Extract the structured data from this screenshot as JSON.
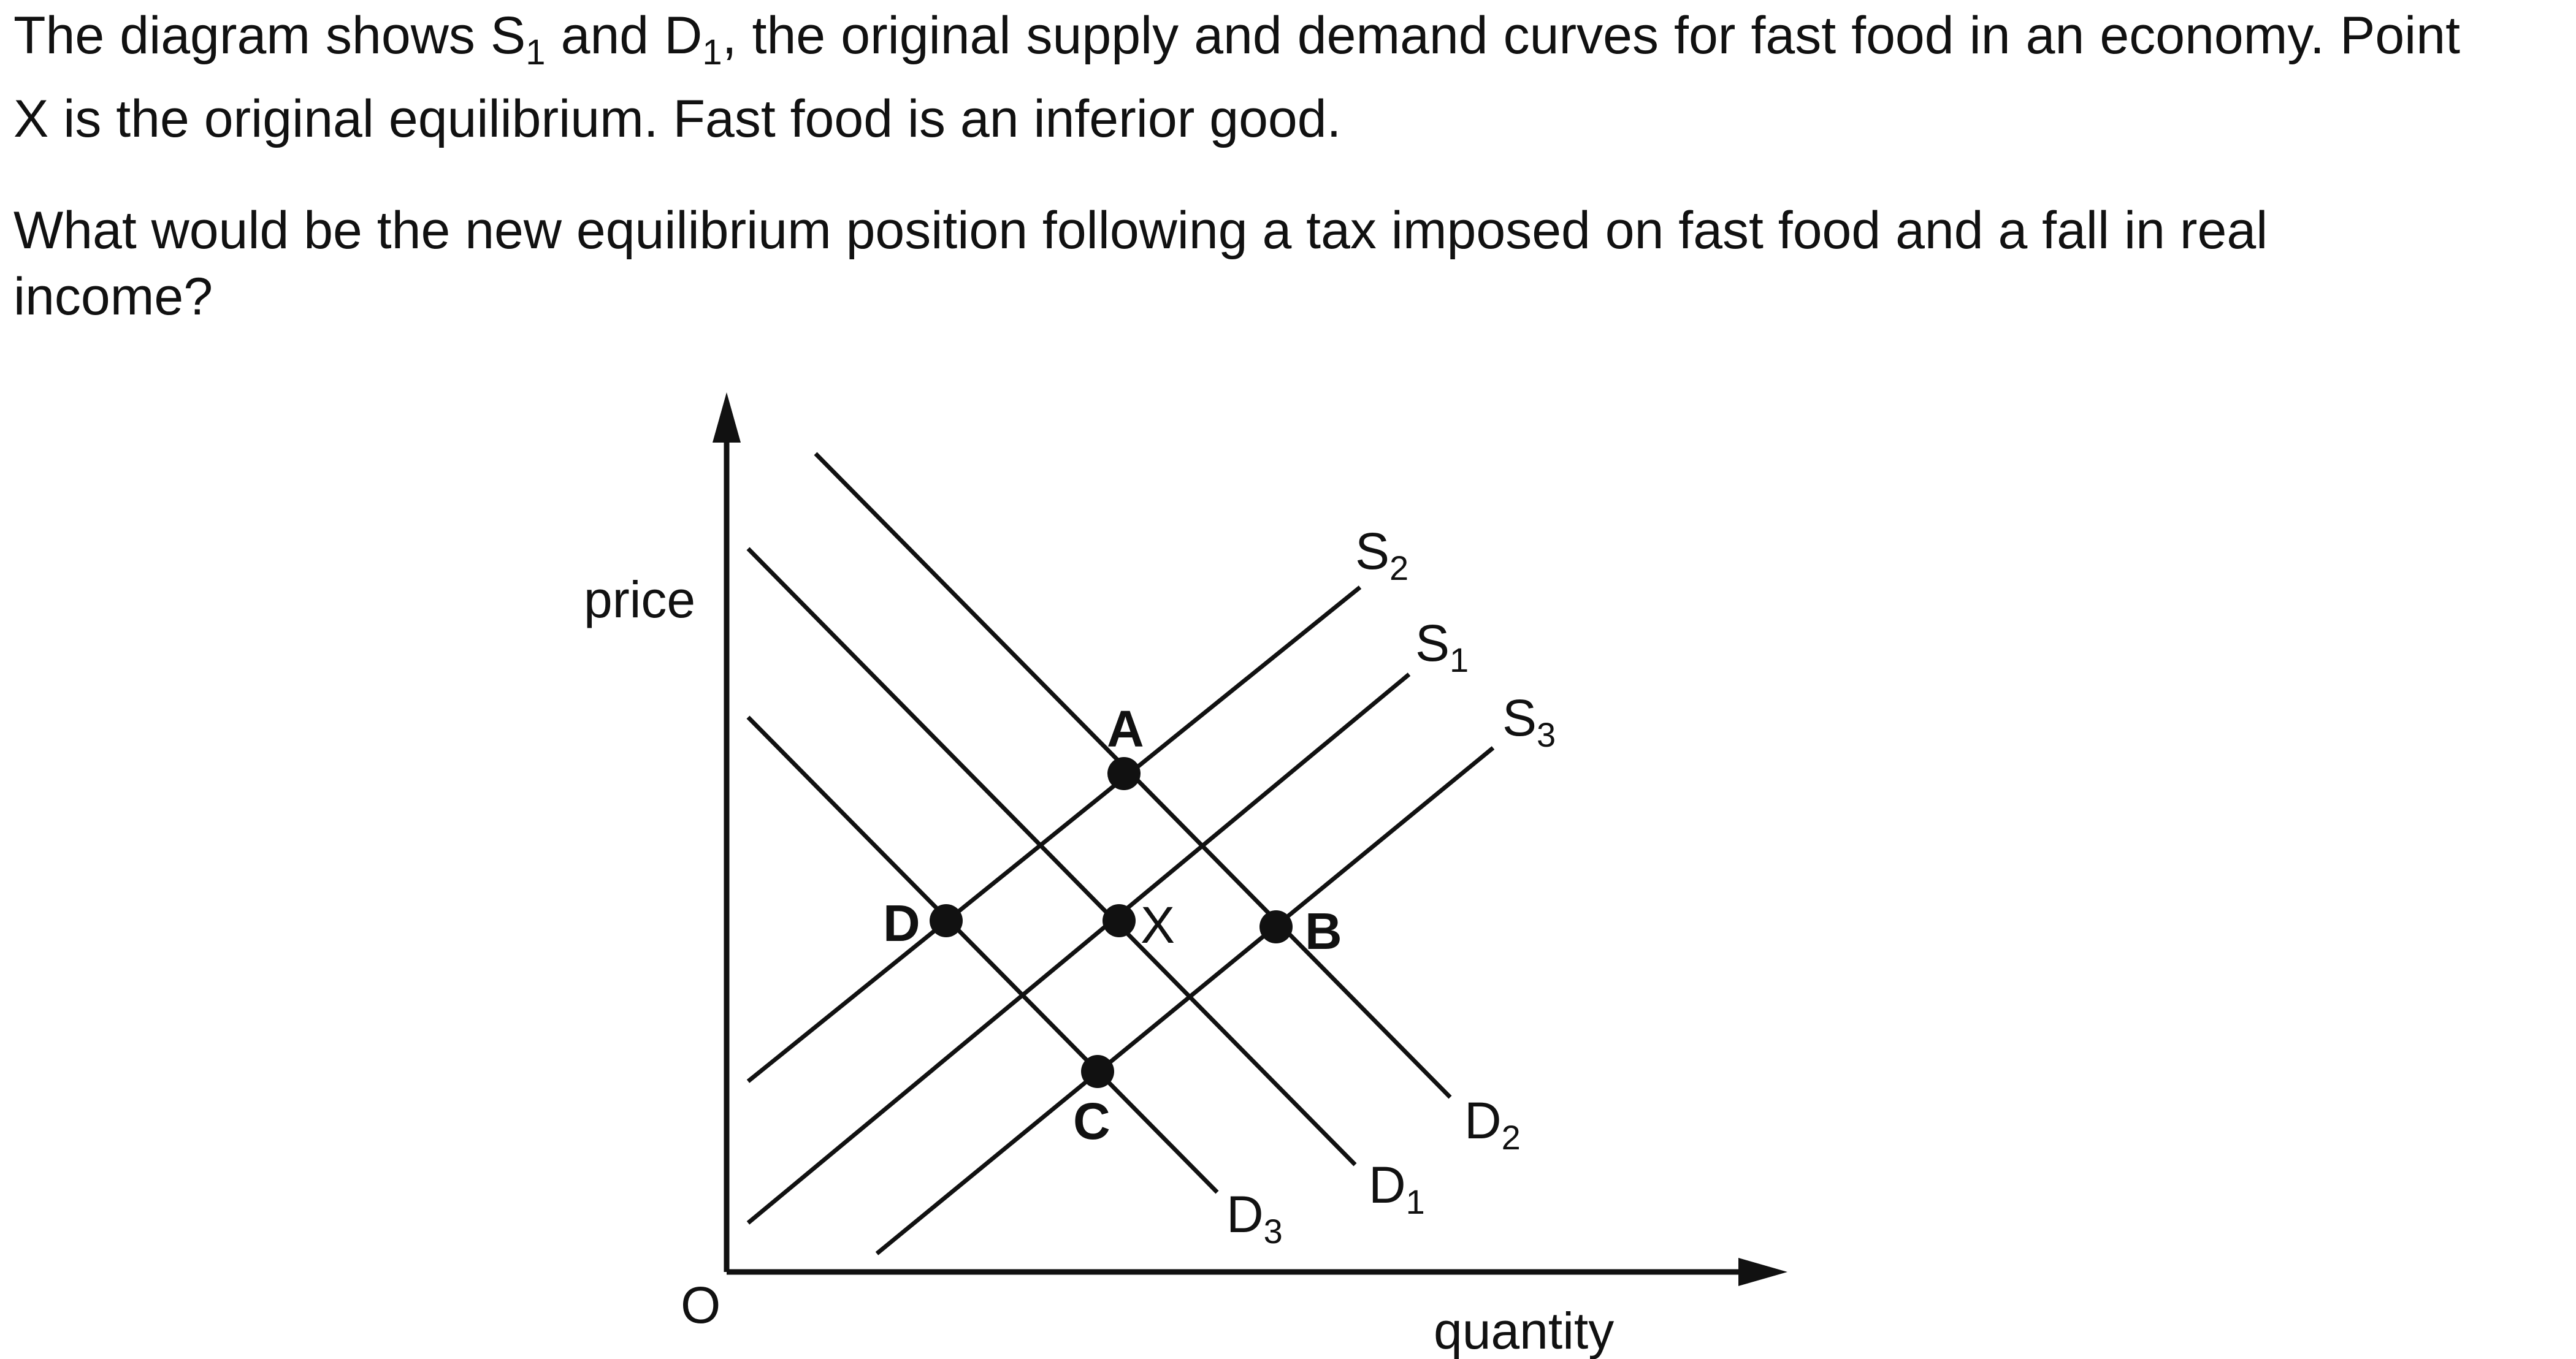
{
  "question": {
    "intro": {
      "text1": "The diagram shows S",
      "s_sub": "1",
      "text2": " and D",
      "d_sub": "1",
      "text3": ", the original supply and demand curves for fast food in an economy. Point X is the original equilibrium. Fast food is an inferior good."
    },
    "prompt": "What would be the new equilibrium position following a tax imposed on fast food and a fall in real income?"
  },
  "diagram": {
    "y_axis_label": "price",
    "x_axis_label": "quantity",
    "origin_label": "O",
    "supply_curves": [
      {
        "letter": "S",
        "sub": "2"
      },
      {
        "letter": "S",
        "sub": "1"
      },
      {
        "letter": "S",
        "sub": "3"
      }
    ],
    "demand_curves": [
      {
        "letter": "D",
        "sub": "2"
      },
      {
        "letter": "D",
        "sub": "1"
      },
      {
        "letter": "D",
        "sub": "3"
      }
    ],
    "points": {
      "A": "A",
      "B": "B",
      "C": "C",
      "D": "D",
      "X": "X"
    },
    "colors": {
      "ink": "#111111",
      "background": "#ffffff"
    }
  }
}
